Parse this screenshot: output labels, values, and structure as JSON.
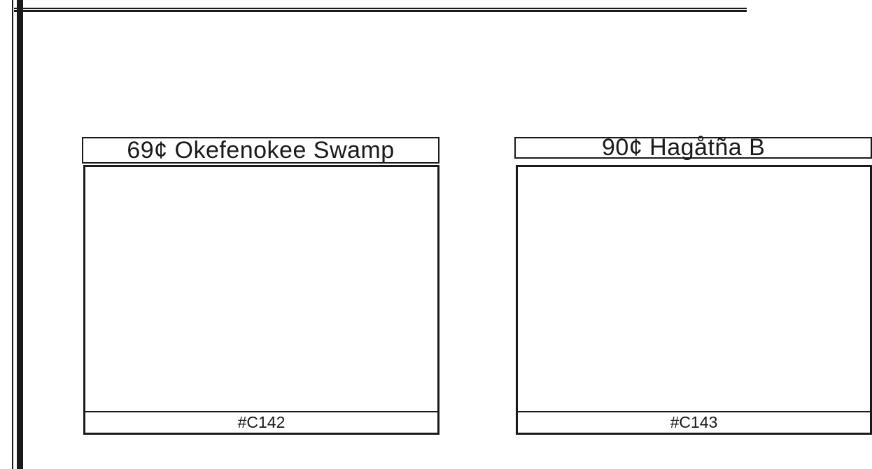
{
  "page": {
    "background_color": "#ffffff",
    "ink_color": "#1a1a1a",
    "kind": "stamp-album-page"
  },
  "stamps": [
    {
      "title": "69¢ Okefenokee Swamp",
      "catalog_number": "#C142"
    },
    {
      "title": "90¢ Hagåtña B",
      "catalog_number": "#C143"
    }
  ]
}
